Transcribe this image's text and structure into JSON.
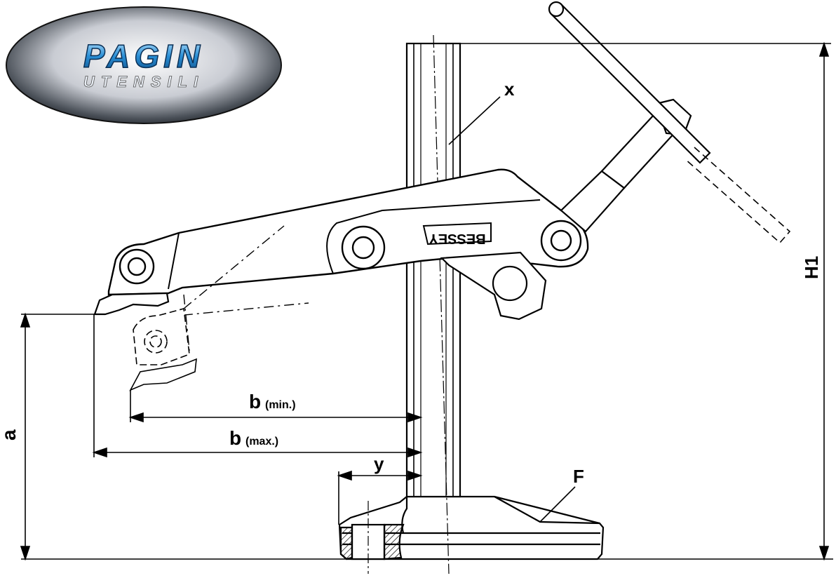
{
  "logo": {
    "line1": "PAGIN",
    "line2": "UTENSILI"
  },
  "brand_plate": "BESSEY",
  "labels": {
    "x": "x",
    "y": "y",
    "F": "F",
    "H1": "H1",
    "a": "a",
    "b_min": "b",
    "b_min_suffix": "(min.)",
    "b_max": "b",
    "b_max_suffix": "(max.)"
  }
}
